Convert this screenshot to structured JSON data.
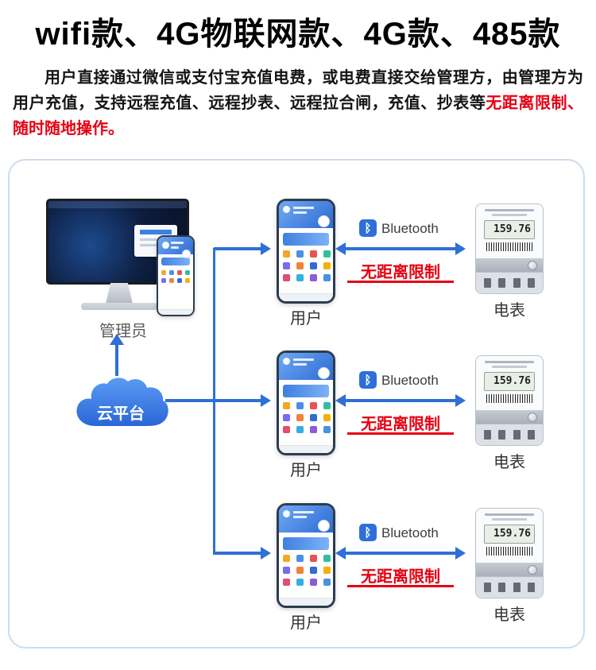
{
  "theme": {
    "accent_blue": "#2e6fd8",
    "alert_red": "#e60012",
    "cloud_blue": "#2f6fdd",
    "panel_border": "#cddcee"
  },
  "header": {
    "title": "wifi款、4G物联网款、4G款、485款",
    "desc_text": "用户直接通过微信或支付宝充值电费，或电费直接交给管理方，由管理方为用户充值，支持远程充值、远程抄表、远程拉合闸，充值、抄表等",
    "desc_highlight": "无距离限制、随时随地操作。"
  },
  "icons": {
    "bluetooth_glyph": "ᛒ"
  },
  "diagram": {
    "admin": {
      "label": "管理员"
    },
    "cloud": {
      "label": "云平台"
    },
    "rows": [
      {
        "user_label": "用户",
        "bluetooth_label": "Bluetooth",
        "restriction_label": "无距离限制",
        "meter_label": "电表",
        "meter_reading": "159.76"
      },
      {
        "user_label": "用户",
        "bluetooth_label": "Bluetooth",
        "restriction_label": "无距离限制",
        "meter_label": "电表",
        "meter_reading": "159.76"
      },
      {
        "user_label": "用户",
        "bluetooth_label": "Bluetooth",
        "restriction_label": "无距离限制",
        "meter_label": "电表",
        "meter_reading": "159.76"
      }
    ]
  }
}
